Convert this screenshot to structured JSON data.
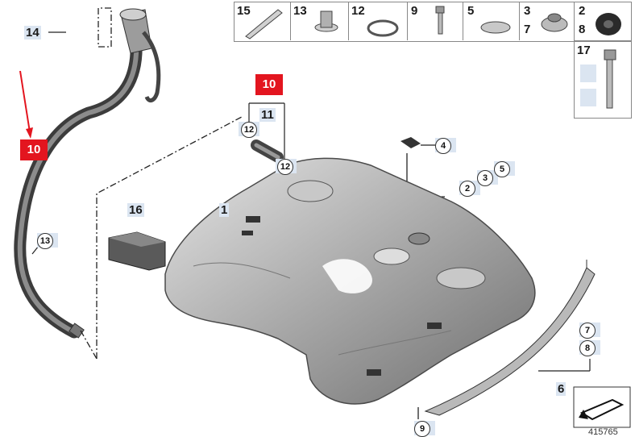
{
  "title_callouts": {
    "fuel_tank": "1",
    "c2": "2",
    "c3": "3",
    "c4": "4",
    "c5": "5",
    "c6": "6",
    "c7": "7",
    "c8": "8",
    "c9": "9",
    "c10_top": "10",
    "c10_left": "10",
    "c11": "11",
    "c12a": "12",
    "c12b": "12",
    "c13": "13",
    "c14": "14",
    "c16": "16"
  },
  "parts_grid": {
    "cells": [
      "15",
      "13",
      "12",
      "9",
      "5",
      "3",
      "2"
    ],
    "second_row": [
      "7",
      "8"
    ],
    "side": "17"
  },
  "ref_id": "415765",
  "colors": {
    "highlight_red": "#e3151f",
    "label_bg": "#dbe5f1"
  }
}
